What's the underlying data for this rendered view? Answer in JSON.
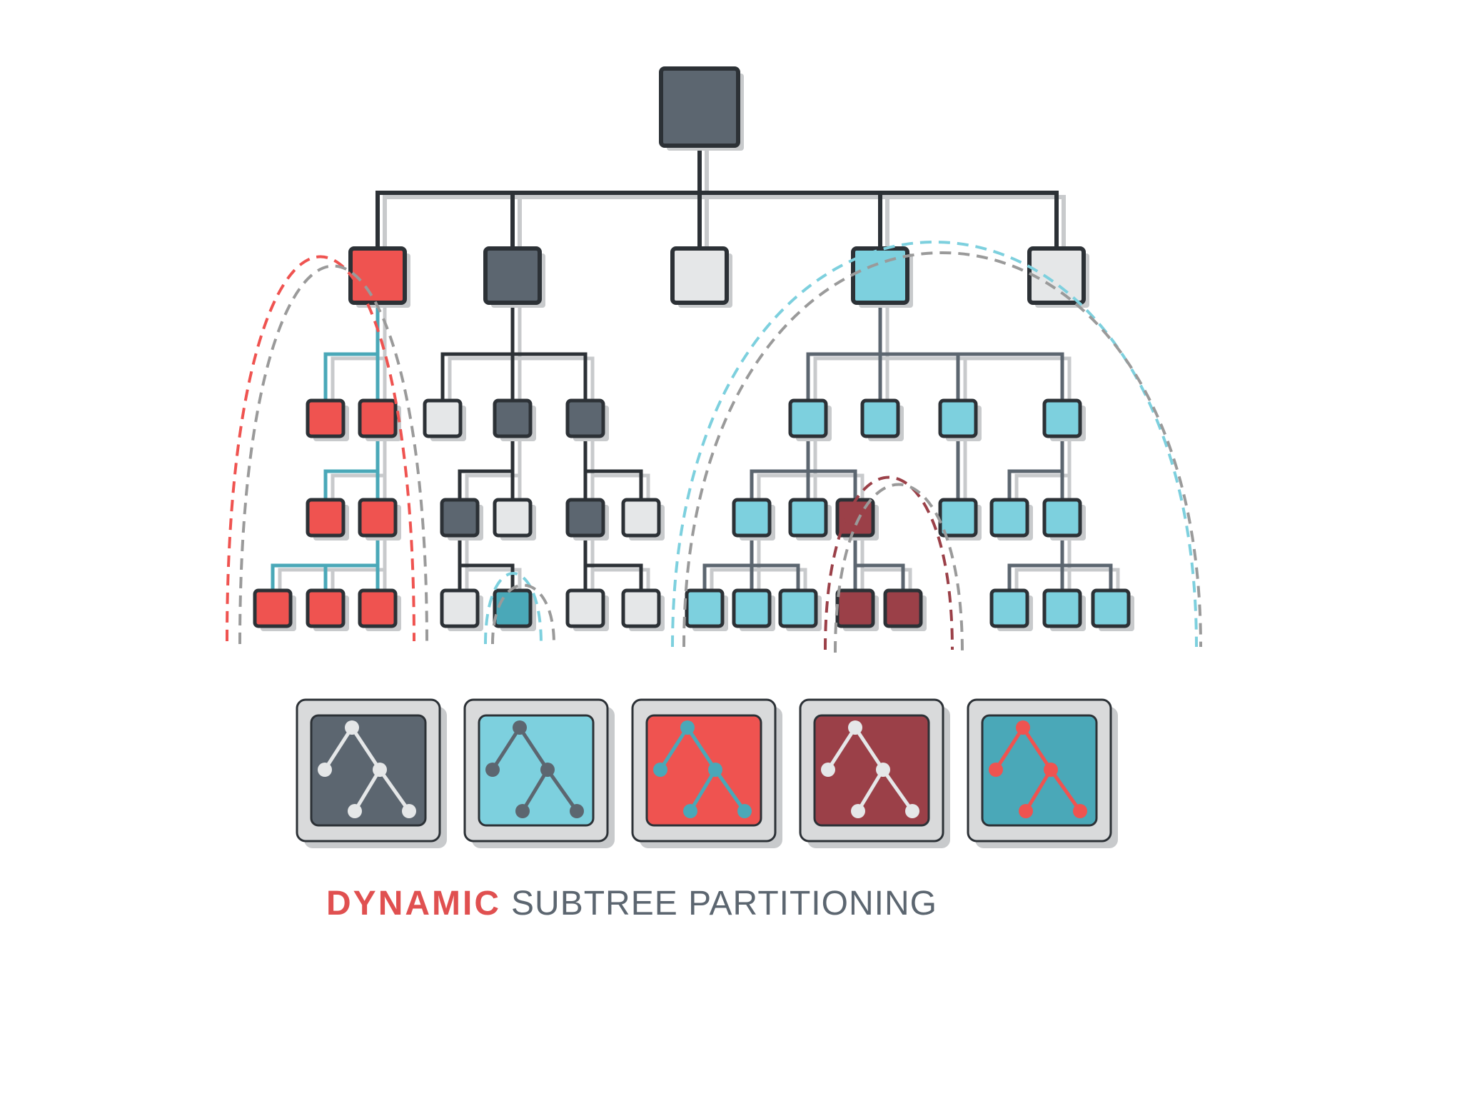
{
  "caption": {
    "emphasis": "DYNAMIC",
    "rest": "SUBTREE PARTITIONING"
  },
  "colors": {
    "dark": "#5c6670",
    "outline": "#2c3136",
    "light": "#e5e7e8",
    "coral": "#ef5350",
    "cyan": "#7dd0de",
    "teal": "#4aa8b8",
    "maroon": "#9b4048",
    "shadow": "#c8cacc",
    "dash_gray": "#9a9a9a",
    "caption_emphasis": "#e05050",
    "caption_rest": "#5c6670"
  },
  "tree": {
    "root": {
      "name": "root",
      "fill": "dark"
    },
    "subtrees": [
      {
        "name": "subtree-coral",
        "fill": "coral",
        "edge": "teal",
        "levels": [
          [
            "coral",
            "coral"
          ],
          [
            "coral",
            "coral"
          ],
          [
            "coral",
            "coral",
            "coral"
          ]
        ]
      },
      {
        "name": "subtree-dark",
        "fill": "dark",
        "edge": "outline",
        "levels": [
          [
            "light",
            "dark",
            "dark"
          ],
          [
            "dark",
            "light",
            "dark",
            "light"
          ],
          [
            "light",
            "teal",
            "light",
            "light"
          ]
        ]
      },
      {
        "name": "subtree-empty-1",
        "fill": "light"
      },
      {
        "name": "subtree-cyan",
        "fill": "cyan",
        "edge": "dark",
        "levels": [
          [
            "cyan",
            "cyan",
            "cyan",
            "cyan"
          ],
          [
            "cyan",
            "cyan",
            "maroon",
            "cyan",
            "cyan",
            "cyan"
          ],
          [
            "cyan",
            "cyan",
            "cyan",
            "maroon",
            "maroon",
            "cyan",
            "cyan",
            "cyan"
          ]
        ]
      },
      {
        "name": "subtree-empty-2",
        "fill": "light"
      }
    ]
  },
  "partitions": [
    {
      "name": "partition-dark",
      "bg": "dark",
      "node": "light",
      "edge": "light"
    },
    {
      "name": "partition-cyan",
      "bg": "cyan",
      "node": "dark",
      "edge": "dark"
    },
    {
      "name": "partition-coral",
      "bg": "coral",
      "node": "teal",
      "edge": "teal"
    },
    {
      "name": "partition-maroon",
      "bg": "maroon",
      "node": "light",
      "edge": "light"
    },
    {
      "name": "partition-teal",
      "bg": "teal",
      "node": "coral",
      "edge": "coral"
    }
  ]
}
